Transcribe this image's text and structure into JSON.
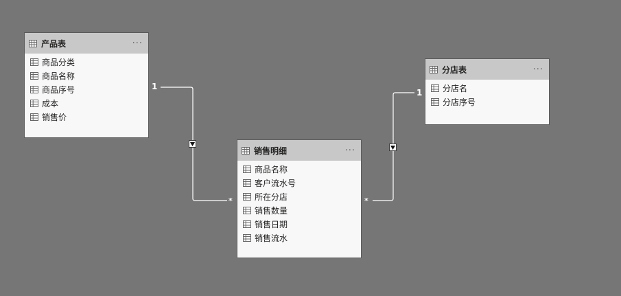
{
  "tables": {
    "product": {
      "title": "产品表",
      "more": "···",
      "fields": [
        "商品分类",
        "商品名称",
        "商品序号",
        "成本",
        "销售价"
      ]
    },
    "sales": {
      "title": "销售明细",
      "more": "···",
      "fields": [
        "商品名称",
        "客户流水号",
        "所在分店",
        "销售数量",
        "销售日期",
        "销售流水"
      ]
    },
    "store": {
      "title": "分店表",
      "more": "···",
      "fields": [
        "分店名",
        "分店序号"
      ]
    }
  },
  "relationships": {
    "product_to_sales": {
      "one_label": "1",
      "many_label": "*",
      "direction": "down"
    },
    "store_to_sales": {
      "one_label": "1",
      "many_label": "*",
      "direction": "down"
    }
  },
  "colors": {
    "canvas": "#767676",
    "card_header": "#c8c8c8",
    "card_body": "#f8f8f8",
    "relationship_line": "#ffffff"
  },
  "icons": {
    "table": "table-icon",
    "field": "field-icon",
    "more": "more-options-icon",
    "resize": "resize-grip-icon",
    "direction": "filter-direction-arrow-icon"
  }
}
